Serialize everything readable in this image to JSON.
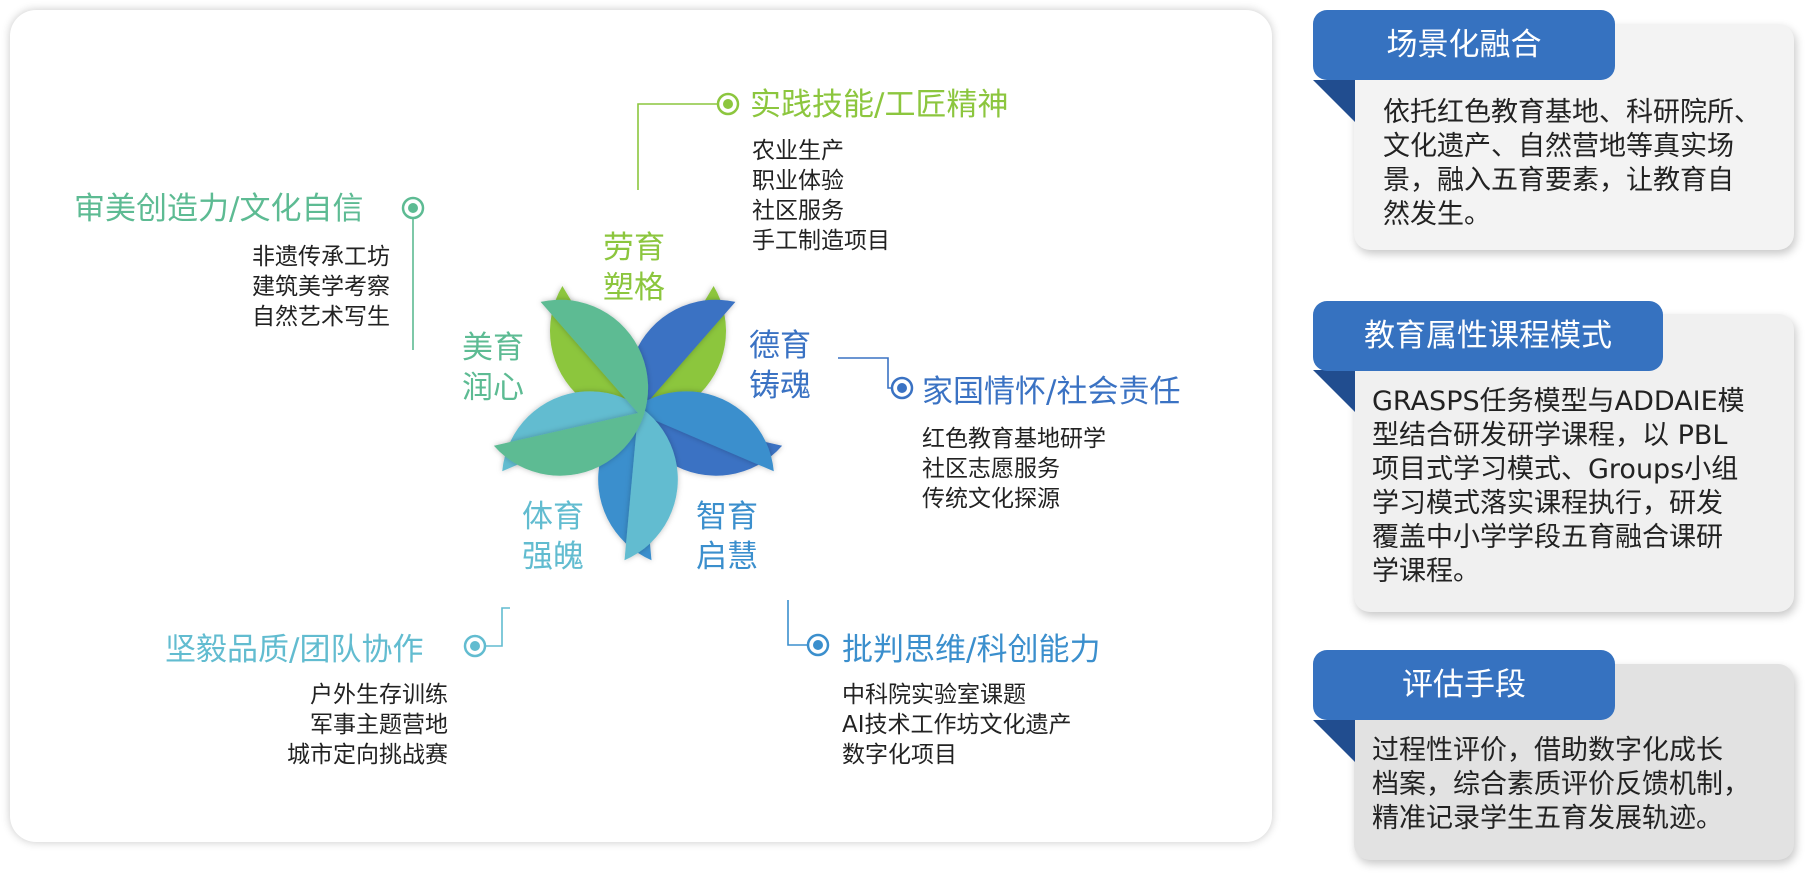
{
  "diagram": {
    "petals": [
      {
        "id": "labor",
        "line1": "劳育",
        "line2": "塑格",
        "color": "#8cc63e"
      },
      {
        "id": "moral",
        "line1": "德育",
        "line2": "铸魂",
        "color": "#3a72c3"
      },
      {
        "id": "intel",
        "line1": "智育",
        "line2": "启慧",
        "color": "#3b8fcd"
      },
      {
        "id": "physical",
        "line1": "体育",
        "line2": "强魄",
        "color": "#62bcd0"
      },
      {
        "id": "aesthetic",
        "line1": "美育",
        "line2": "润心",
        "color": "#5dbb93"
      }
    ],
    "labor_group": {
      "heading": "实践技能/工匠精神",
      "items": [
        "农业生产",
        "职业体验",
        "社区服务",
        "手工制造项目"
      ]
    },
    "moral_group": {
      "heading": "家国情怀/社会责任",
      "items": [
        "红色教育基地研学",
        "社区志愿服务",
        "传统文化探源"
      ]
    },
    "intel_group": {
      "heading": "批判思维/科创能力",
      "items": [
        "中科院实验室课题",
        "AI技术工作坊文化遗产",
        "数字化项目"
      ]
    },
    "physical_group": {
      "heading": "坚毅品质/团队协作",
      "items": [
        "户外生存训练",
        "军事主题营地",
        "城市定向挑战赛"
      ]
    },
    "aesthetic_group": {
      "heading": "审美创造力/文化自信",
      "items": [
        "非遗传承工坊",
        "建筑美学考察",
        "自然艺术写生"
      ]
    }
  },
  "cards": [
    {
      "title": "场景化融合",
      "body": [
        "依托红色教育基地、科研院所、",
        "文化遗产、自然营地等真实场",
        "景，融入五育要素，让教育自",
        "然发生。"
      ]
    },
    {
      "title": "教育属性课程模式",
      "body": [
        "GRASPS任务模型与ADDAIE模",
        "型结合研发研学课程，以 PBL",
        "项目式学习模式、Groups小组",
        "学习模式落实课程执行，研发",
        "覆盖中小学学段五育融合课研",
        "学课程。"
      ]
    },
    {
      "title": "评估手段",
      "body": [
        "过程性评价，借助数字化成长",
        "档案，综合素质评价反馈机制，",
        "精准记录学生五育发展轨迹。"
      ]
    }
  ],
  "colors": {
    "labor": "#8cc63e",
    "moral": "#3a72c3",
    "intel": "#3b8fcd",
    "physical": "#62bcd0",
    "aesthetic": "#5dbb93",
    "tab": "#3672c0",
    "tab_fold": "#214d8f"
  }
}
